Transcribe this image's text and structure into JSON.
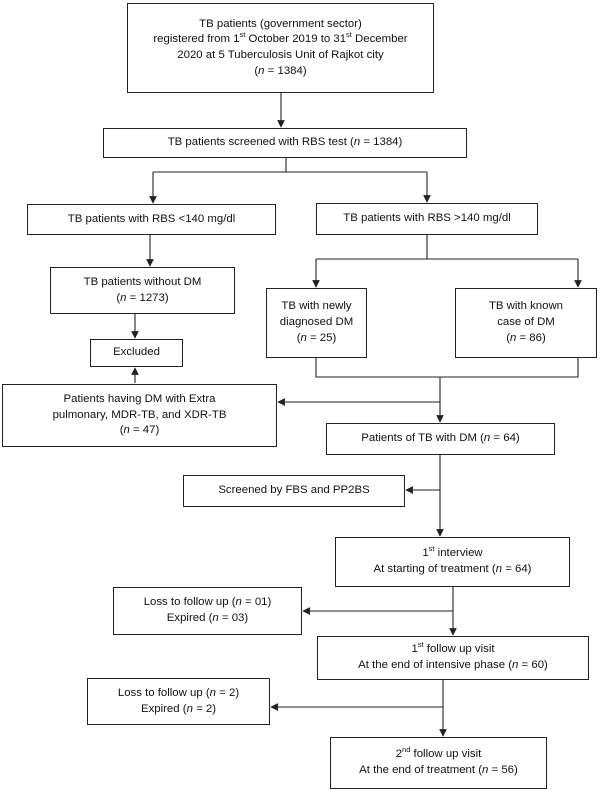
{
  "boxes": {
    "registered": {
      "lines": [
        "TB patients (government sector)",
        "registered from 1st October 2019 to 31st December",
        "2020 at 5 Tuberculosis Unit of Rajkot city",
        "(n = 1384)"
      ]
    },
    "screened_rbs": {
      "lines": [
        "TB patients screened with RBS test (n = 1384)"
      ]
    },
    "rbs_low": {
      "lines": [
        "TB patients with RBS <140 mg/dl"
      ]
    },
    "rbs_high": {
      "lines": [
        "TB patients with RBS >140 mg/dl"
      ]
    },
    "without_dm": {
      "lines": [
        "TB patients without DM",
        "(n = 1273)"
      ]
    },
    "newly_dm": {
      "lines": [
        "TB with newly",
        "diagnosed DM",
        "(n = 25)"
      ]
    },
    "known_dm": {
      "lines": [
        "TB with known",
        "case of DM",
        "(n = 86)"
      ]
    },
    "excluded": {
      "lines": [
        "Excluded"
      ]
    },
    "extra_pulmonary": {
      "lines": [
        "Patients having DM with Extra",
        "pulmonary, MDR-TB, and XDR-TB",
        "(n = 47)"
      ]
    },
    "tb_with_dm": {
      "lines": [
        "Patients of TB with DM (n = 64)"
      ]
    },
    "fbs": {
      "lines": [
        "Screened by FBS and PP2BS"
      ]
    },
    "interview1": {
      "lines": [
        "1st interview",
        "At starting of treatment (n = 64)"
      ]
    },
    "loss1": {
      "lines": [
        "Loss to follow up (n = 01)",
        "Expired (n = 03)"
      ]
    },
    "followup1": {
      "lines": [
        "1st follow up visit",
        "At the end of intensive phase (n = 60)"
      ]
    },
    "loss2": {
      "lines": [
        "Loss to follow up (n = 2)",
        "Expired (n = 2)"
      ]
    },
    "followup2": {
      "lines": [
        "2nd follow up visit",
        "At the end of treatment (n = 56)"
      ]
    }
  }
}
